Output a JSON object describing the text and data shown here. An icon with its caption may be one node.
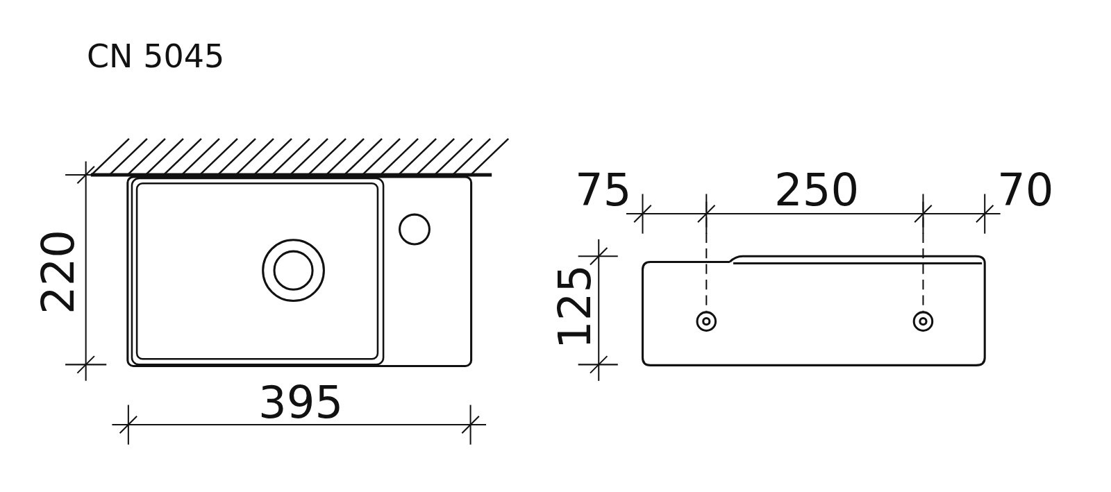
{
  "diagram": {
    "title": "CN 5045",
    "labels": [
      "220",
      "395",
      "75",
      "250",
      "70",
      "125"
    ]
  }
}
